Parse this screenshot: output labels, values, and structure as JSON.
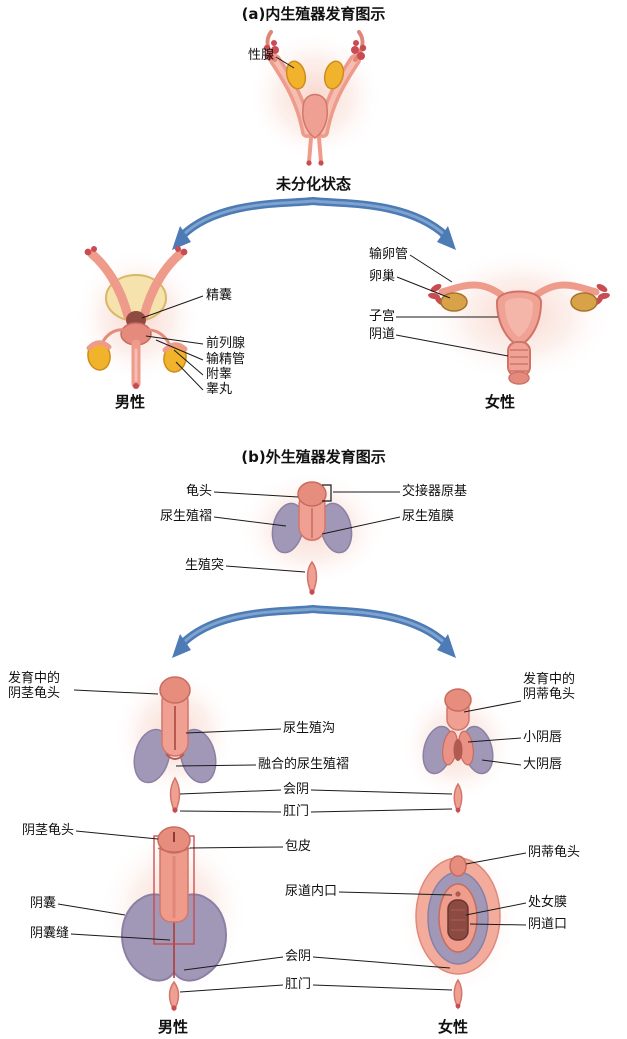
{
  "section_a": {
    "title": "(a)内生殖器发育图示",
    "undifferentiated": {
      "gonad_label": "性腺",
      "caption": "未分化状态"
    },
    "male": {
      "caption": "男性",
      "labels": [
        "精囊",
        "前列腺",
        "输精管",
        "附睾",
        "睾丸"
      ]
    },
    "female": {
      "caption": "女性",
      "labels": [
        "输卵管",
        "卵巢",
        "子宫",
        "阴道"
      ]
    }
  },
  "section_b": {
    "title": "(b)外生殖器发育图示",
    "undifferentiated": {
      "left_labels": [
        "龟头",
        "尿生殖褶",
        "生殖突"
      ],
      "right_labels": [
        "交接器原基",
        "尿生殖膜"
      ]
    },
    "developing": {
      "male_label": {
        "line1": "发育中的",
        "line2": "阴茎龟头"
      },
      "center_labels": [
        "尿生殖沟",
        "融合的尿生殖褶",
        "会阴",
        "肛门"
      ],
      "female_label": {
        "line1": "发育中的",
        "line2": "阴蒂龟头"
      },
      "female_side_labels": [
        "小阴唇",
        "大阴唇"
      ]
    },
    "mature": {
      "male_side_labels": [
        "阴茎龟头",
        "阴囊",
        "阴囊缝"
      ],
      "center_labels": [
        "包皮",
        "尿道内口",
        "会阴",
        "肛门"
      ],
      "female_side_labels": [
        "阴蒂龟头",
        "处女膜",
        "阴道口"
      ],
      "male_caption": "男性",
      "female_caption": "女性"
    }
  },
  "colors": {
    "skin": "#efa093",
    "skin_dark": "#c76c5f",
    "gonad_yellow": "#f2b32c",
    "fold_purple": "#a198b8",
    "arrow_blue": "#4c7bb5",
    "accent_red": "#c94c52"
  }
}
